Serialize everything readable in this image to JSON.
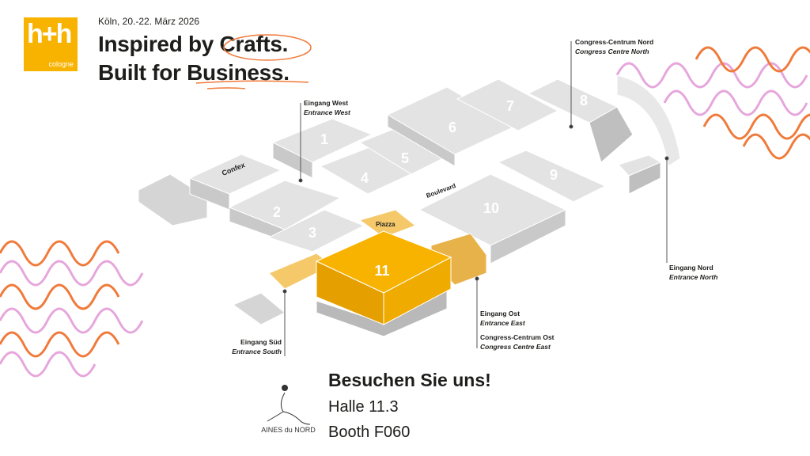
{
  "brand": {
    "logo_main": "h+h",
    "logo_sub": "cologne",
    "accent": "#f8b200",
    "wave_orange": "#f07a3a",
    "wave_pink": "#e6a6dc"
  },
  "header": {
    "date": "Köln, 20.-22. März 2026",
    "line1_a": "Inspired by ",
    "line1_b": "Crafts.",
    "line2_a": "Built for ",
    "line2_b": "Business."
  },
  "map": {
    "halls": [
      "1",
      "2",
      "3",
      "4",
      "5",
      "6",
      "7",
      "8",
      "9",
      "10",
      "11"
    ],
    "areas": {
      "confex": "Confex",
      "piazza": "Piazza",
      "boulevard": "Boulevard"
    },
    "entrances": {
      "west": {
        "de": "Eingang West",
        "en": "Entrance West"
      },
      "cc_north": {
        "de": "Congress-Centrum Nord",
        "en": "Congress Centre North"
      },
      "north": {
        "de": "Eingang Nord",
        "en": "Entrance North"
      },
      "east": {
        "de": "Eingang Ost",
        "en": "Entrance East"
      },
      "cc_east": {
        "de": "Congress-Centrum Ost",
        "en": "Congress Centre East"
      },
      "south": {
        "de": "Eingang Süd",
        "en": "Entrance South"
      }
    }
  },
  "footer": {
    "exhibitor_logo": "LAINES du NORD",
    "visit": "Besuchen Sie uns!",
    "hall": "Halle 11.3",
    "booth": "Booth F060"
  }
}
